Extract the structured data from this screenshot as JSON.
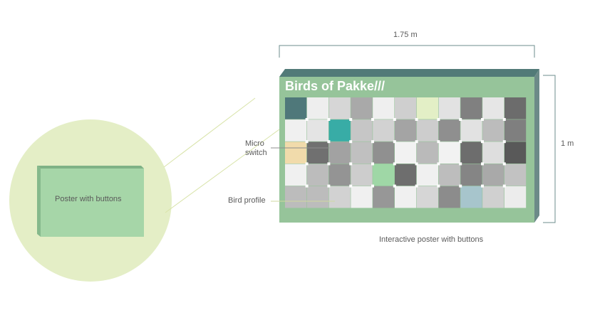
{
  "labels": {
    "width": "1.75 m",
    "height": "1 m",
    "poster_title": "Birds of Pakke///",
    "micro_switch_line1": "Micro",
    "micro_switch_line2": "switch",
    "bird_profile": "Bird profile",
    "caption": "Interactive poster with buttons",
    "zoom_label": "Poster with buttons"
  },
  "colors": {
    "poster_green": "#96c49a",
    "poster_top": "#527a78",
    "poster_side": "#6c8a88",
    "zoom_circle": "#e4eec6",
    "zoom_poster": "#a6d6a8",
    "dimension_lines": "#6e8e8e",
    "connector": "#d8e3a8"
  },
  "grid": {
    "rows": 5,
    "cols": 11,
    "cells": [
      [
        "#4f787a",
        "#eeeeee",
        "#d6d6d6",
        "#a9a9a9",
        "#efefef",
        "#cfcfcf",
        "#e3efc6",
        "#e2e2e2",
        "#808080",
        "#e6e6e6",
        "#6c6c6c"
      ],
      [
        "#f0f0f0",
        "#e4e4e4",
        "#38aca6",
        "#c6c6c6",
        "#d2d2d2",
        "#a4a4a4",
        "#cdcdcd",
        "#8f8f8f",
        "#e2e2e2",
        "#bcbcbc",
        "#7f7f7f"
      ],
      [
        "#f1dbab",
        "#707070",
        "#a2a2a2",
        "#c0c0c0",
        "#909090",
        "#f2f2f2",
        "#bababa",
        "#f2f2f2",
        "#6d6d6d",
        "#dedede",
        "#595959"
      ],
      [
        "#f0f0f0",
        "#bcbcbc",
        "#949494",
        "#cdcdcd",
        "#9fd7a6",
        "#6e6e6e",
        "#f0f0f0",
        "#bdbdbd",
        "#858585",
        "#a9a9a9",
        "#c2c2c2"
      ],
      [
        "#bcbcbc",
        "#bcbcbc",
        "#d2d2d2",
        "#f0f0f0",
        "#979797",
        "#f0f0f0",
        "#d6d6d6",
        "#8c8c8c",
        "#a7c5cc",
        "#d0d0d0",
        "#ececec"
      ]
    ]
  }
}
